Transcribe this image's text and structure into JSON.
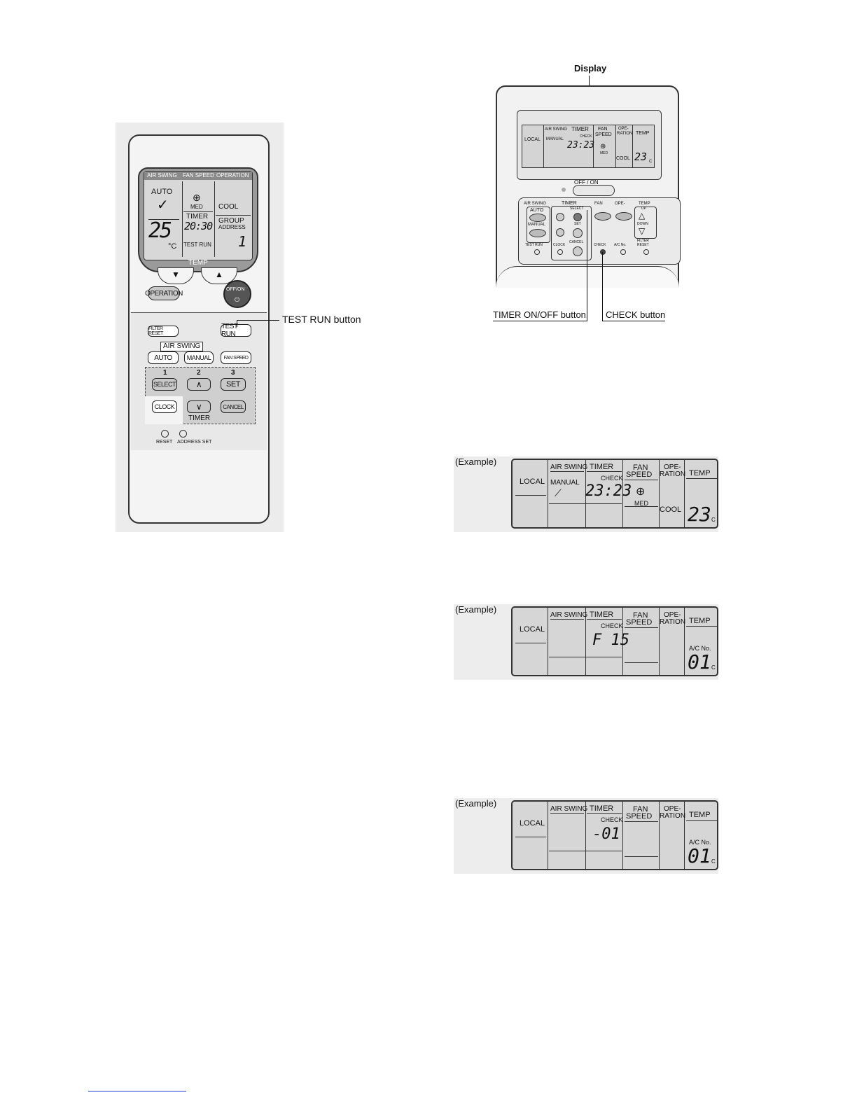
{
  "remote": {
    "lcd_headers": [
      "AIR SWING",
      "FAN SPEED",
      "OPERATION"
    ],
    "auto": "AUTO",
    "check_glyph": "✓",
    "temp_value": "25",
    "temp_unit": "°C",
    "med": "MED",
    "timer": "TIMER",
    "time": "20:30",
    "test_run": "TEST RUN",
    "cool": "COOL",
    "group_address": "GROUP",
    "address": "ADDRESS",
    "address_value": "1",
    "temp_label": "TEMP",
    "operation": "OPERATION",
    "off_on": "OFF/ON",
    "filter_reset": "FILTER RESET",
    "test_run_btn": "TEST RUN",
    "air_swing": "AIR SWING",
    "swing_auto": "AUTO",
    "swing_manual": "MANUAL",
    "fan_speed": "FAN SPEED",
    "step1": "1",
    "step2": "2",
    "step3": "3",
    "select": "SELECT",
    "set": "SET",
    "clock": "CLOCK",
    "cancel": "CANCEL",
    "timer_label": "TIMER",
    "reset": "RESET",
    "address_set": "ADDRESS SET"
  },
  "callouts": {
    "test_run_button": "TEST RUN button",
    "display": "Display",
    "timer_onoff_button": "TIMER ON/OFF button",
    "check_button": "CHECK button"
  },
  "wired": {
    "local": "LOCAL",
    "air_swing": "AIR SWING",
    "manual": "MANUAL",
    "timer": "TIMER",
    "check": "CHECK",
    "time": "23:23",
    "fan": "FAN",
    "speed": "SPEED",
    "med": "MED",
    "ope": "OPE-",
    "ration": "RATION",
    "cool": "COOL",
    "temp": "TEMP",
    "temp_value": "23",
    "unit": "C",
    "off_on": "OFF / ON",
    "btn_auto": "AUTO",
    "btn_manual": "MANUAL",
    "select": "SELECT",
    "set": "SET",
    "up": "UP",
    "down": "DOWN",
    "test_run": "TEST RUN",
    "clock": "CLOCK",
    "cancel": "CANCEL",
    "check_btn": "CHECK",
    "ac_no": "A/C No.",
    "filter": "FILTER",
    "reset": "RESET"
  },
  "examples": [
    {
      "label": "(Example)",
      "local": "LOCAL",
      "air_swing": "AIR SWING",
      "manual": "MANUAL",
      "timer": "TIMER",
      "check": "CHECK",
      "code": "23:23",
      "fan": "FAN",
      "speed": "SPEED",
      "med": "MED",
      "ope": "OPE-",
      "ration": "RATION",
      "cool": "COOL",
      "temp": "TEMP",
      "ac_no": "",
      "value": "23",
      "unit": "C"
    },
    {
      "label": "(Example)",
      "local": "LOCAL",
      "air_swing": "AIR SWING",
      "manual": "",
      "timer": "TIMER",
      "check": "CHECK",
      "code": "F 15",
      "fan": "FAN",
      "speed": "SPEED",
      "med": "",
      "ope": "OPE-",
      "ration": "RATION",
      "cool": "",
      "temp": "TEMP",
      "ac_no": "A/C No.",
      "value": "01",
      "unit": "C"
    },
    {
      "label": "(Example)",
      "local": "LOCAL",
      "air_swing": "AIR SWING",
      "manual": "",
      "timer": "TIMER",
      "check": "CHECK",
      "code": "-01",
      "fan": "FAN",
      "speed": "SPEED",
      "med": "",
      "ope": "OPE-",
      "ration": "RATION",
      "cool": "",
      "temp": "TEMP",
      "ac_no": "A/C No.",
      "value": "01",
      "unit": "C"
    }
  ]
}
